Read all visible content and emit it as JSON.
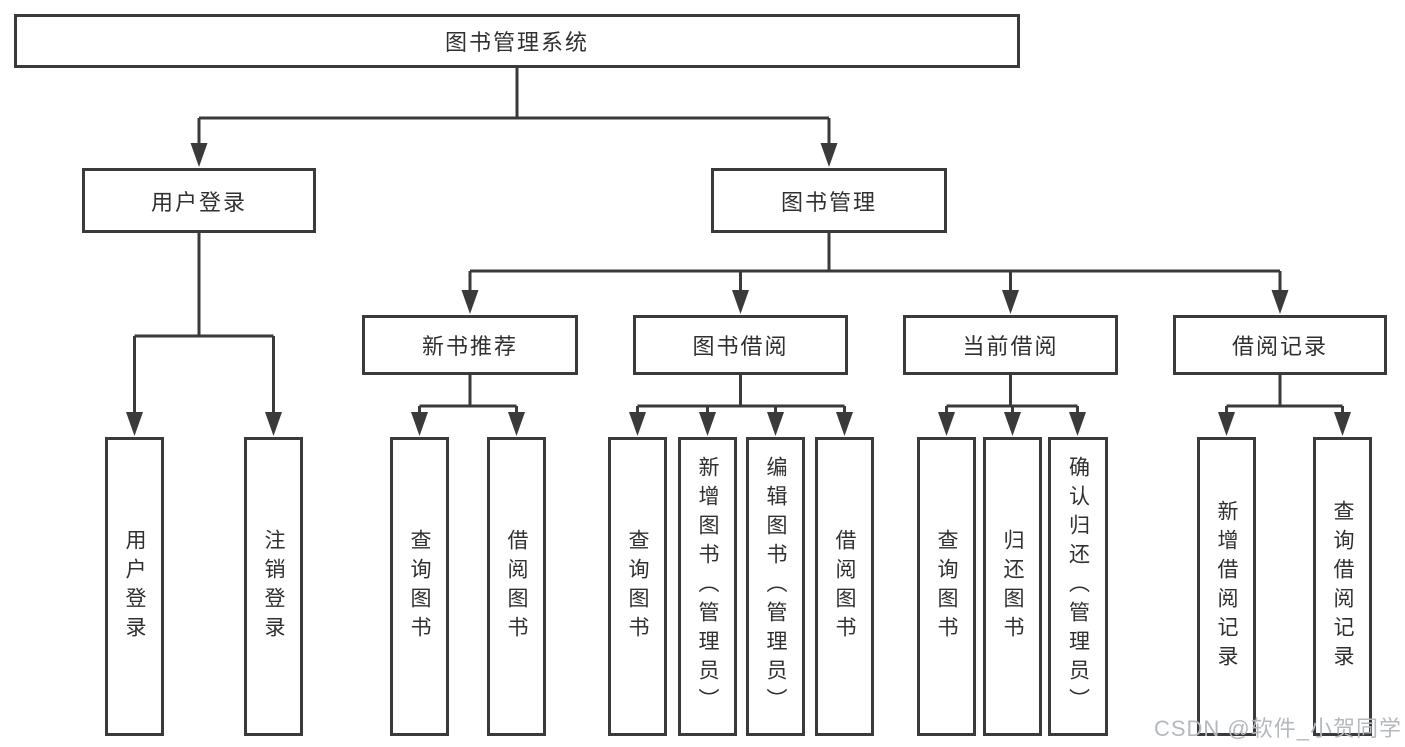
{
  "diagram": {
    "root": {
      "label": "图书管理系统"
    },
    "level2": [
      {
        "label": "用户登录"
      },
      {
        "label": "图书管理"
      }
    ],
    "level3": [
      {
        "label": "新书推荐"
      },
      {
        "label": "图书借阅"
      },
      {
        "label": "当前借阅"
      },
      {
        "label": "借阅记录"
      }
    ],
    "leaves": {
      "user_login": [
        "用户登录",
        "注销登录"
      ],
      "new_books": [
        "查询图书",
        "借阅图书"
      ],
      "book_borrow": [
        "查询图书",
        "新增图书（管理员）",
        "编辑图书（管理员）",
        "借阅图书"
      ],
      "current_borrow": [
        "查询图书",
        "归还图书",
        "确认归还（管理员）"
      ],
      "borrow_records": [
        "新增借阅记录",
        "查询借阅记录"
      ]
    }
  },
  "watermark": "CSDN @软件_小贺同学",
  "colors": {
    "line": "#3a3a3a",
    "text": "#303030",
    "watermark": "#b4b9be",
    "background": "#ffffff"
  }
}
